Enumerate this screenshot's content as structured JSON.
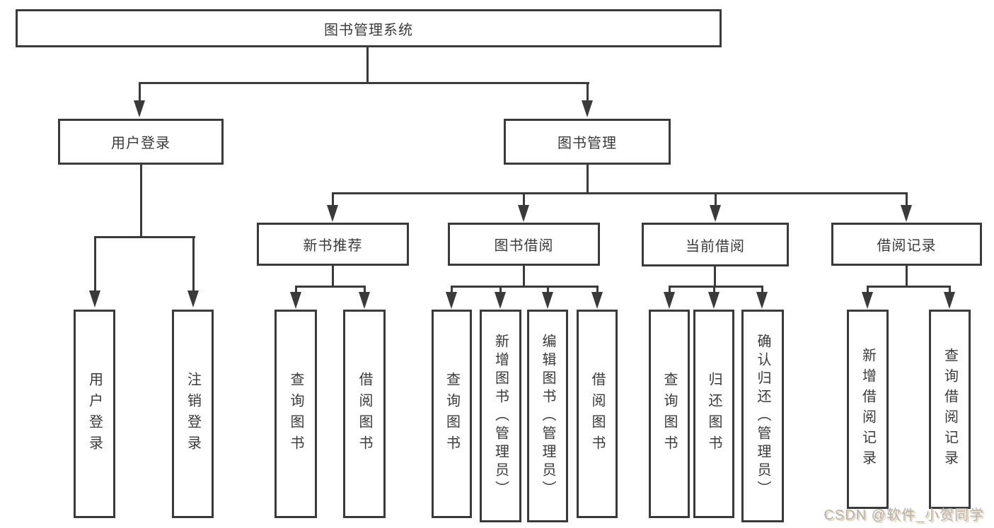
{
  "diagram": {
    "root": {
      "label": "图书管理系统"
    },
    "level2": [
      {
        "id": "user-login",
        "label": "用户登录",
        "parent": "图书管理系统"
      },
      {
        "id": "book-management",
        "label": "图书管理",
        "parent": "图书管理系统"
      }
    ],
    "level3": [
      {
        "id": "new-book-recommend",
        "label": "新书推荐",
        "parent": "图书管理"
      },
      {
        "id": "book-borrowing",
        "label": "图书借阅",
        "parent": "图书管理"
      },
      {
        "id": "current-borrowing",
        "label": "当前借阅",
        "parent": "图书管理"
      },
      {
        "id": "borrowing-records",
        "label": "借阅记录",
        "parent": "图书管理"
      }
    ],
    "leaves": [
      {
        "label": "用户登录",
        "parent": "用户登录"
      },
      {
        "label": "注销登录",
        "parent": "用户登录"
      },
      {
        "label": "查询图书",
        "parent": "新书推荐"
      },
      {
        "label": "借阅图书",
        "parent": "新书推荐"
      },
      {
        "label": "查询图书",
        "parent": "图书借阅"
      },
      {
        "label": "新增图书（管理员）",
        "parent": "图书借阅"
      },
      {
        "label": "编辑图书（管理员）",
        "parent": "图书借阅"
      },
      {
        "label": "借阅图书",
        "parent": "图书借阅"
      },
      {
        "label": "查询图书",
        "parent": "当前借阅"
      },
      {
        "label": "归还图书",
        "parent": "当前借阅"
      },
      {
        "label": "确认归还（管理员）",
        "parent": "当前借阅"
      },
      {
        "label": "新增借阅记录",
        "parent": "借阅记录"
      },
      {
        "label": "查询借阅记录",
        "parent": "借阅记录"
      }
    ],
    "colors": {
      "line": "#3a3a3a",
      "text": "#3a3a3a",
      "background": "#ffffff",
      "watermark": "#b3b3b3"
    }
  },
  "watermark": {
    "text": "CSDN @软件_小贺同学"
  }
}
